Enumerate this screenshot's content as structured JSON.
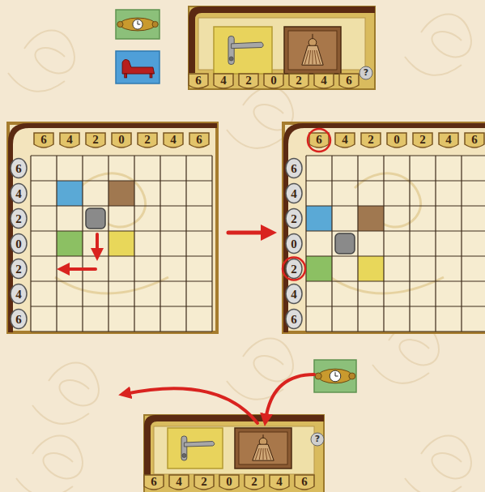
{
  "diagram": {
    "labels": [
      "6",
      "4",
      "2",
      "0",
      "2",
      "4",
      "6",
      "?",
      "6",
      "4",
      "2",
      "0",
      "2",
      "4",
      "6",
      "6",
      "4",
      "2",
      "0",
      "2",
      "4",
      "6",
      "6",
      "4",
      "2",
      "0",
      "2",
      "4",
      "6",
      "6",
      "4",
      "2",
      "0",
      "2",
      "4",
      "6",
      "6",
      "4",
      "2",
      "0",
      "2",
      "4",
      "6",
      "?"
    ]
  }
}
